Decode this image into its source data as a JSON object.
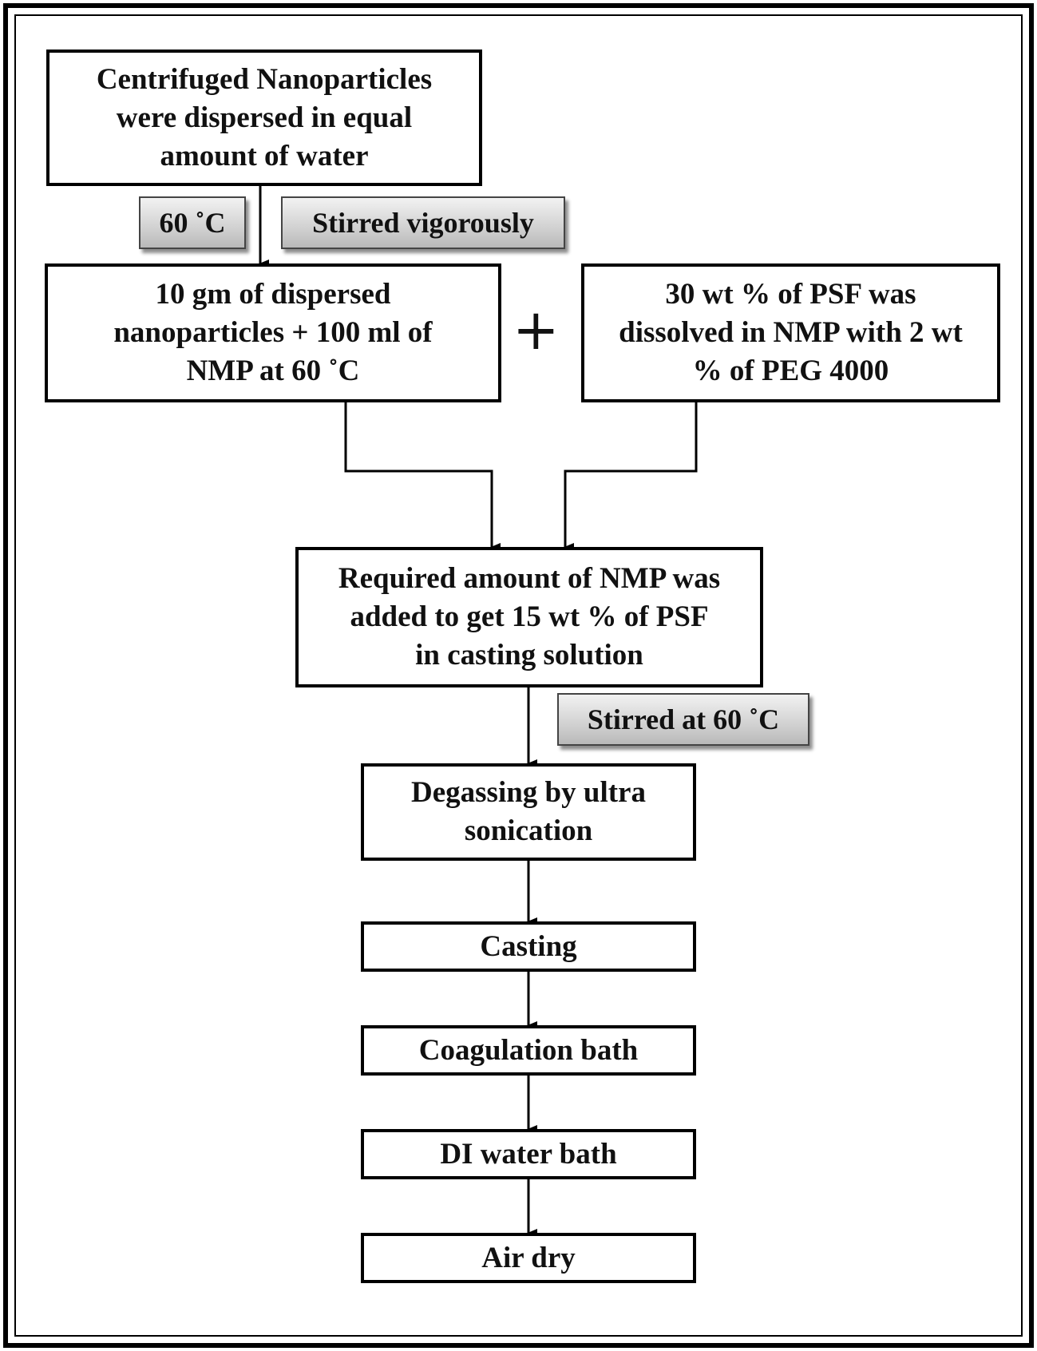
{
  "steps": {
    "step1": "Centrifuged Nanoparticles\nwere dispersed in equal\namount of water",
    "step2": "10 gm of dispersed\nnanoparticles + 100 ml of\nNMP at 60 ˚C",
    "step3": "30 wt % of PSF was\ndissolved in NMP with 2 wt\n% of PEG 4000",
    "step4": "Required amount of NMP was\nadded to get 15 wt % of PSF\nin casting solution",
    "step5": "Degassing by ultra\nsonication",
    "step6": "Casting",
    "step7": "Coagulation bath",
    "step8": "DI water bath",
    "step9": "Air dry"
  },
  "conditions": {
    "temp1": "60 ˚C",
    "stir1": "Stirred vigorously",
    "stir2": "Stirred at 60 ˚C"
  },
  "operators": {
    "plus": "+"
  }
}
